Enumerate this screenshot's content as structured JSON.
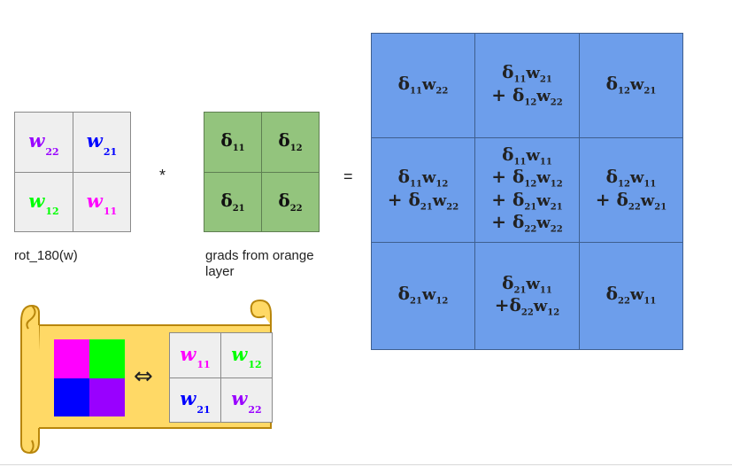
{
  "left_matrix": {
    "cells": [
      {
        "sym": "w",
        "sub": "22",
        "color": "#9900ff"
      },
      {
        "sym": "w",
        "sub": "21",
        "color": "#0000ff"
      },
      {
        "sym": "w",
        "sub": "12",
        "color": "#00ff00"
      },
      {
        "sym": "w",
        "sub": "11",
        "color": "#ff00ff"
      }
    ],
    "label": "rot_180(w)"
  },
  "operator_conv": "*",
  "grad_matrix": {
    "cells": [
      {
        "sym": "δ",
        "sub": "11"
      },
      {
        "sym": "δ",
        "sub": "12"
      },
      {
        "sym": "δ",
        "sub": "21"
      },
      {
        "sym": "δ",
        "sub": "22"
      }
    ],
    "label_line1": "grads from orange",
    "label_line2": "layer"
  },
  "operator_eq": "=",
  "result_matrix": {
    "cells": [
      {
        "lines": [
          [
            [
              "δ",
              "11"
            ],
            [
              "w",
              "22"
            ]
          ]
        ]
      },
      {
        "lines": [
          [
            [
              "δ",
              "11"
            ],
            [
              "w",
              "21"
            ]
          ],
          [
            [
              "+ δ",
              "12"
            ],
            [
              "w",
              "22"
            ]
          ]
        ]
      },
      {
        "lines": [
          [
            [
              "δ",
              "12"
            ],
            [
              "w",
              "21"
            ]
          ]
        ]
      },
      {
        "lines": [
          [
            [
              "δ",
              "11"
            ],
            [
              "w",
              "12"
            ]
          ],
          [
            [
              "+ δ",
              "21"
            ],
            [
              "w",
              "22"
            ]
          ]
        ]
      },
      {
        "lines": [
          [
            [
              "δ",
              "11"
            ],
            [
              "w",
              "11"
            ]
          ],
          [
            [
              "+ δ",
              "12"
            ],
            [
              "w",
              "12"
            ]
          ],
          [
            [
              "+ δ",
              "21"
            ],
            [
              "w",
              "21"
            ]
          ],
          [
            [
              "+ δ",
              "22"
            ],
            [
              "w",
              "22"
            ]
          ]
        ]
      },
      {
        "lines": [
          [
            [
              "δ",
              "12"
            ],
            [
              "w",
              "11"
            ]
          ],
          [
            [
              "+ δ",
              "22"
            ],
            [
              "w",
              "21"
            ]
          ]
        ]
      },
      {
        "lines": [
          [
            [
              "δ",
              "21"
            ],
            [
              "w",
              "12"
            ]
          ]
        ]
      },
      {
        "lines": [
          [
            [
              "δ",
              "21"
            ],
            [
              "w",
              "11"
            ]
          ],
          [
            [
              "+δ",
              "22"
            ],
            [
              "w",
              "12"
            ]
          ]
        ]
      },
      {
        "lines": [
          [
            [
              "δ",
              "22"
            ],
            [
              "w",
              "11"
            ]
          ]
        ]
      }
    ]
  },
  "scroll": {
    "swatches": [
      "#ff00ff",
      "#00ff00",
      "#0000ff",
      "#9900ff"
    ],
    "equiv_symbol": "⇔",
    "cells": [
      {
        "sym": "w",
        "sub": "11",
        "color": "#ff00ff"
      },
      {
        "sym": "w",
        "sub": "12",
        "color": "#00ff00"
      },
      {
        "sym": "w",
        "sub": "21",
        "color": "#0000ff"
      },
      {
        "sym": "w",
        "sub": "22",
        "color": "#9900ff"
      }
    ],
    "fill_color": "#ffd966",
    "border_color": "#b8860b"
  }
}
